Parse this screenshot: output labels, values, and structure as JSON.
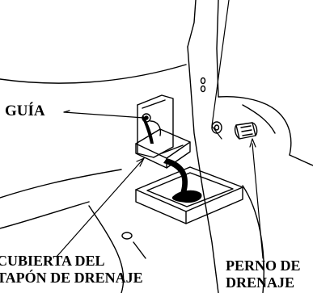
{
  "labels": {
    "guide": "GUÍA",
    "drain_cover_line1": "CUBIERTA DEL",
    "drain_cover_line2": "TAPÓN DE DRENAJE",
    "drain_bolt_line1": "PERNO DE",
    "drain_bolt_line2": "DRENAJE"
  },
  "colors": {
    "ink": "#000000",
    "paper": "#ffffff",
    "oil": "#000000"
  }
}
